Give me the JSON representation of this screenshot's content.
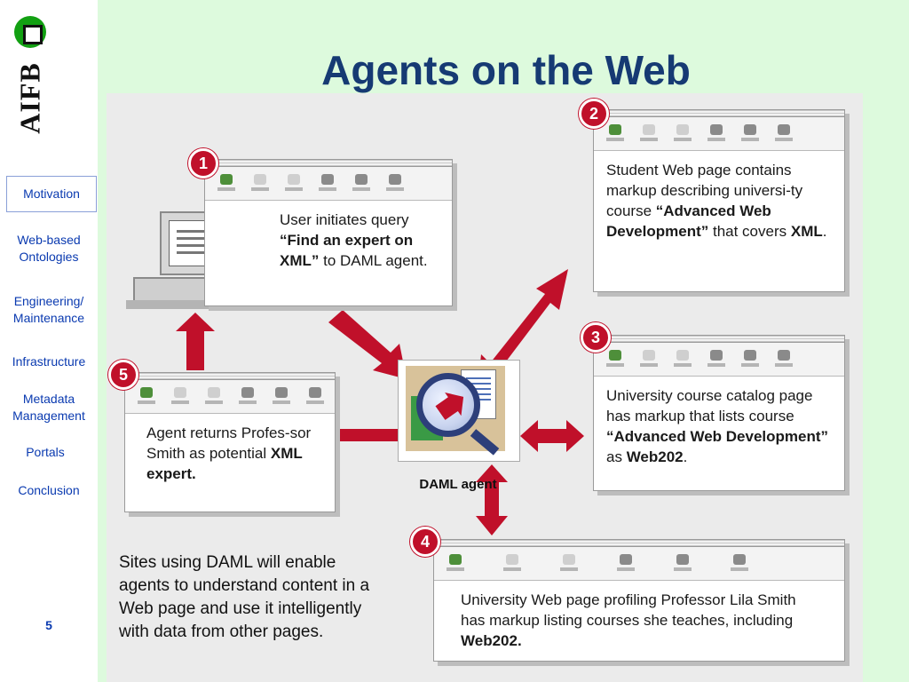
{
  "sidebar": {
    "logo_text": "AIFB",
    "items": [
      {
        "label": "Motivation"
      },
      {
        "label": "Web-based Ontologies"
      },
      {
        "label": "Engineering/ Maintenance"
      },
      {
        "label": "Infrastructure"
      },
      {
        "label": "Metadata Management"
      },
      {
        "label": "Portals"
      },
      {
        "label": "Conclusion"
      }
    ],
    "page_number": "5"
  },
  "slide": {
    "title": "Agents on the Web"
  },
  "figure": {
    "steps": [
      {
        "number": "1",
        "text_plain": "User initiates query ",
        "text_bold": "“Find an expert on XML”",
        "text_after": " to DAML agent."
      },
      {
        "number": "2",
        "text_plain": "Student Web page contains markup describing universi-ty course ",
        "text_bold": "“Advanced Web Development”",
        "text_after": " that covers ",
        "text_bold2": "XML",
        "text_after2": "."
      },
      {
        "number": "3",
        "text_plain": "University course catalog page has markup that lists course ",
        "text_bold": "“Advanced Web Development”",
        "text_after": " as ",
        "text_bold2": "Web202",
        "text_after2": "."
      },
      {
        "number": "4",
        "text_plain": "University Web page profiling Professor Lila Smith has markup listing courses she teaches, including ",
        "text_bold": "Web202.",
        "text_after": ""
      },
      {
        "number": "5",
        "text_plain": "Agent returns Profes-sor Smith as potential ",
        "text_bold": "XML expert.",
        "text_after": ""
      }
    ],
    "agent_label": "DAML agent",
    "caption": "Sites using DAML will enable agents to understand content in a Web page and use it intelligently with data from other pages.",
    "arrow_color": "#c0102a"
  }
}
